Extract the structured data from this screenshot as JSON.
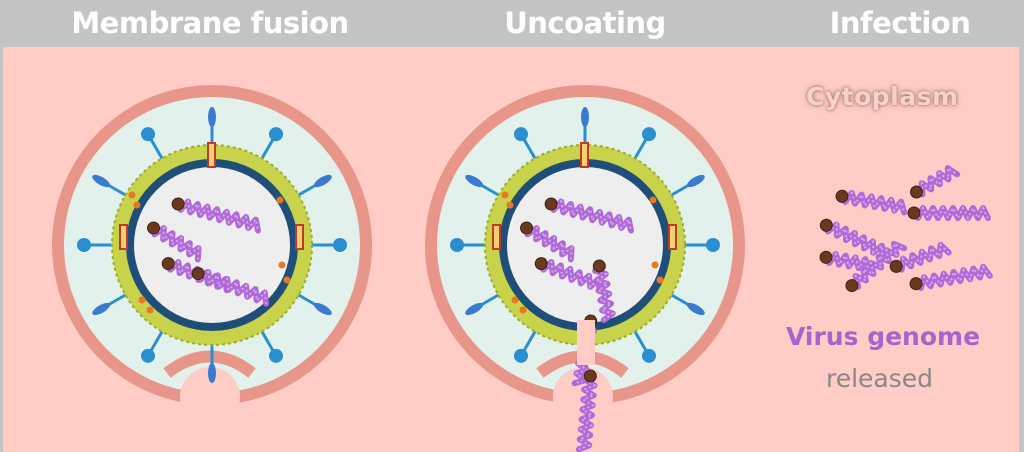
{
  "headers": [
    "Membrane fusion",
    "Uncoating",
    "Infection"
  ],
  "labels": {
    "cytoplasm": "Cytoplasm",
    "virus_genome": "Virus genome",
    "released": "released"
  },
  "colors": {
    "header_bg": "#c4c4c4",
    "cytoplasm_bg": "#ffcdc6",
    "membrane": "#e8968a",
    "endosome_lumen": "#e3f1ec",
    "envelope": "#c8d24a",
    "capsid": "#1f4f78",
    "genome": "#b06ad8",
    "genome_cap": "#6b3a1e",
    "spike": "#2a8fd0"
  }
}
